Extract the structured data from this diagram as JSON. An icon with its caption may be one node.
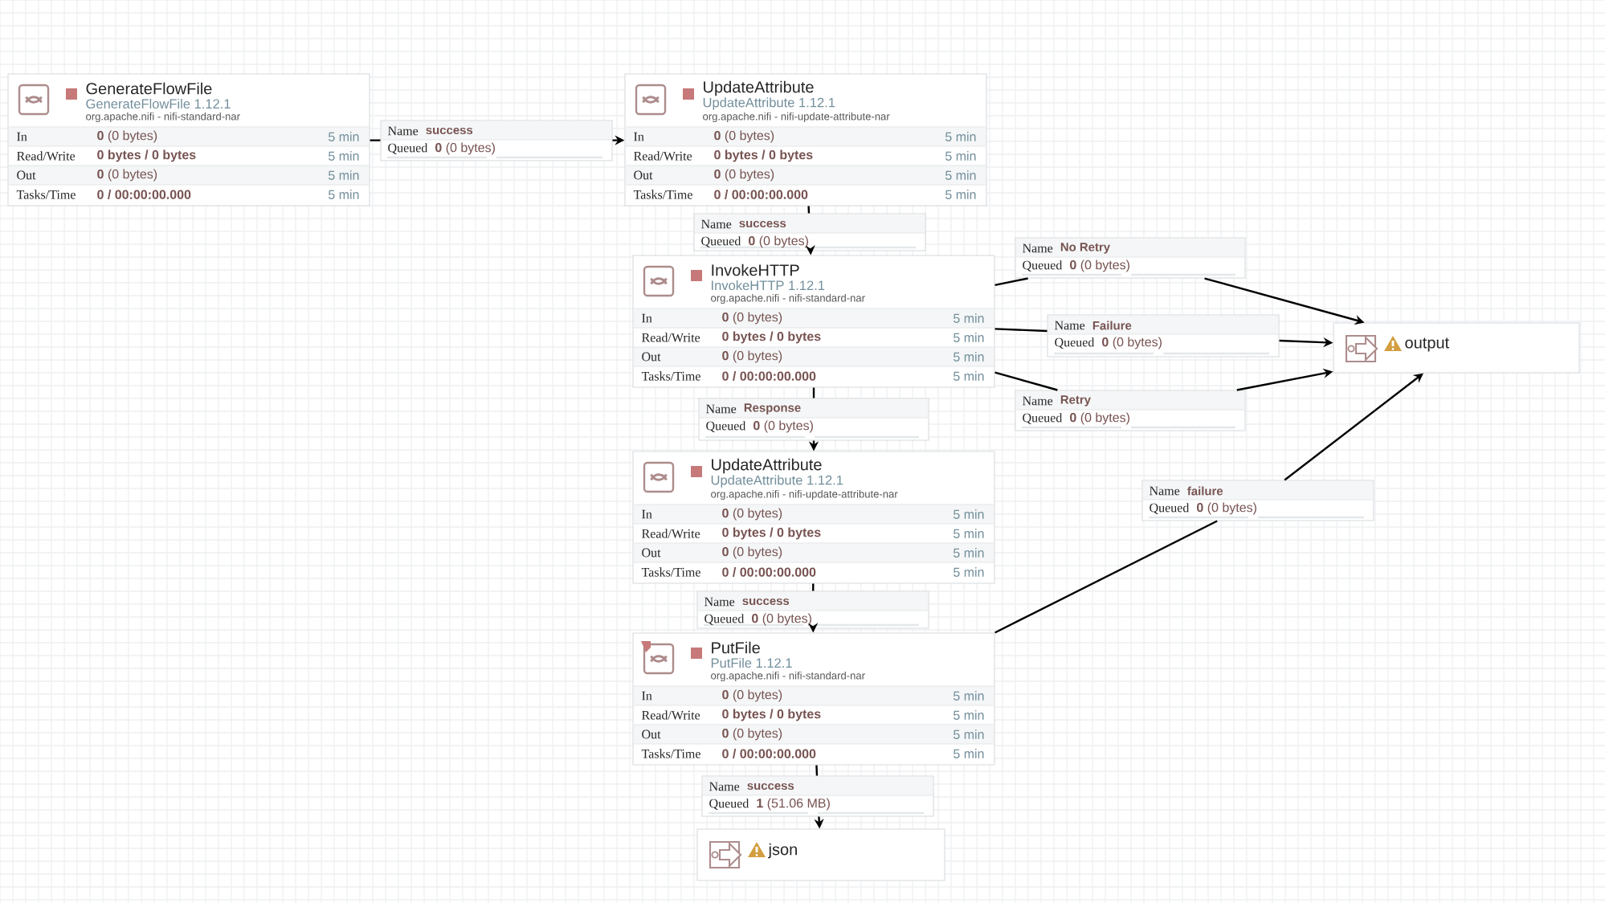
{
  "diagram": {
    "nodes": [
      {
        "text": [
          "GenerateFlowFile",
          "GenerateFlowFile 1.12.1",
          "org.apache.nifi - nifi-standard-nar",
          "In",
          "**0** (0 bytes)",
          "5 min",
          "Read/Write",
          "0 bytes / 0 bytes",
          "5 min",
          "Out",
          "**0** (0 bytes)",
          "5 min",
          "Tasks/Time",
          "0 / 00:00:00.000",
          "5 min"
        ]
      },
      {
        "text": [
          "Name",
          "success",
          "Queued",
          "**0** (0 bytes)"
        ]
      },
      {
        "text": [
          "UpdateAttribute",
          "UpdateAttribute 1.12.1",
          "org.apache.nifi - nifi-update-attribute-nar",
          "In",
          "**0** (0 bytes)",
          "5 min",
          "Read/Write",
          "0 bytes / 0 bytes",
          "5 min",
          "Out",
          "**0** (0 bytes)",
          "5 min",
          "Tasks/Time",
          "0 / 00:00:00.000",
          "5 min"
        ]
      },
      {
        "text": [
          "Name",
          "success",
          "Queued",
          "**0** (0 bytes)"
        ]
      },
      {
        "text": [
          "Name",
          "No Retry",
          "Queued",
          "**0** (0 bytes)"
        ]
      },
      {
        "text": [
          "InvokeHTTP",
          "InvokeHTTP 1.12.1",
          "org.apache.nifi - nifi-standard-nar",
          "In",
          "**0** (0 bytes)",
          "5 min",
          "Read/Write",
          "0 bytes / 0 bytes",
          "5 min",
          "Out",
          "**0** (0 bytes)",
          "5 min",
          "Tasks/Time",
          "0 / 00:00:00.000",
          "5 min"
        ]
      },
      {
        "text": [
          "Name",
          "Failure",
          "Queued",
          "**0** (0 bytes)"
        ]
      },
      {
        "text": [
          "output"
        ]
      },
      {
        "text": [
          "Name",
          "Retry",
          "Queued",
          "**0** (0 bytes)"
        ]
      },
      {
        "text": [
          "Name",
          "Response",
          "Queued",
          "**0** (0 bytes)"
        ]
      },
      {
        "text": [
          "Name",
          "failure",
          "Queued",
          "**0** (0 bytes)"
        ]
      },
      {
        "text": [
          "UpdateAttribute",
          "UpdateAttribute 1.12.1",
          "org.apache.nifi - nifi-update-attribute-nar",
          "In",
          "**0** (0 bytes)",
          "5 min",
          "Read/Write",
          "0 bytes / 0 bytes",
          "5 min",
          "Out",
          "**0** (0 bytes)",
          "5 min",
          "Tasks/Time",
          "0 / 00:00:00.000",
          "5 min"
        ]
      },
      {
        "text": [
          "Name",
          "success",
          "Queued",
          "**0** (0 bytes)"
        ]
      },
      {
        "text": [
          "PutFile",
          "PutFile 1.12.1",
          "org.apache.nifi - nifi-standard-nar",
          "In",
          "**0** (0 bytes)",
          "5 min",
          "Read/Write",
          "0 bytes / 0 bytes",
          "5 min",
          "Out",
          "**0** (0 bytes)",
          "5 min",
          "Tasks/Time",
          "0 / 00:00:00.000",
          "5 min"
        ]
      },
      {
        "text": [
          "Name",
          "success",
          "Queued",
          "**1** (51.06 MB)"
        ]
      },
      {
        "text": [
          "json"
        ]
      }
    ],
    "edges": [
      {
        "from": 0,
        "to": 1,
        "arrow": "none"
      },
      {
        "from": 1,
        "to": 2,
        "arrow": "to"
      },
      {
        "from": 2,
        "to": 3,
        "arrow": "none"
      },
      {
        "from": 3,
        "to": 5,
        "arrow": "to"
      },
      {
        "from": 5,
        "to": 4,
        "arrow": "none"
      },
      {
        "from": 4,
        "to": 7,
        "arrow": "to"
      },
      {
        "from": 5,
        "to": 6,
        "arrow": "none"
      },
      {
        "from": 6,
        "to": 7,
        "arrow": "to"
      },
      {
        "from": 5,
        "to": 8,
        "arrow": "none"
      },
      {
        "from": 8,
        "to": 7,
        "arrow": "to"
      },
      {
        "from": 5,
        "to": 9,
        "arrow": "none"
      },
      {
        "from": 9,
        "to": 11,
        "arrow": "to"
      },
      {
        "from": 13,
        "to": 10,
        "arrow": "none"
      },
      {
        "from": 10,
        "to": 7,
        "arrow": "to"
      },
      {
        "from": 11,
        "to": 12,
        "arrow": "none"
      },
      {
        "from": 12,
        "to": 13,
        "arrow": "to"
      },
      {
        "from": 13,
        "to": 14,
        "arrow": "none"
      },
      {
        "from": 14,
        "to": 15,
        "arrow": "to"
      }
    ]
  }
}
